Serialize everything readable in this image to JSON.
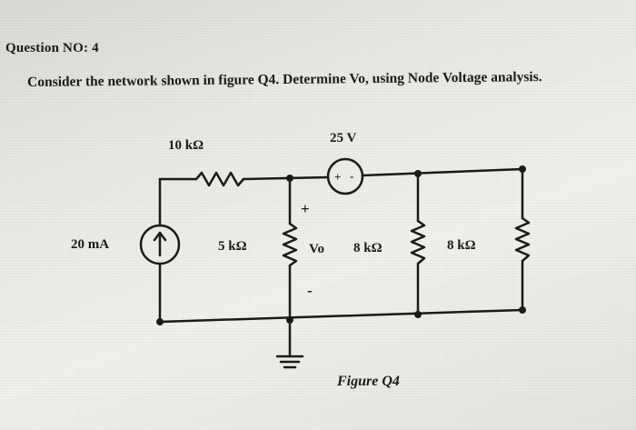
{
  "question": {
    "title": "Question NO: 4",
    "text": "Consider the network shown in figure Q4. Determine Vo, using Node Voltage analysis."
  },
  "circuit": {
    "r1_label": "10 kΩ",
    "source_v_label": "25 V",
    "source_v_plus": "+",
    "source_v_minus": "-",
    "source_i_label": "20 mA",
    "r2_label": "5 kΩ",
    "vo_plus": "+",
    "vo_label": "Vo",
    "vo_minus": "-",
    "r3_label": "8 kΩ",
    "r4_label": "8 kΩ",
    "figure_caption": "Figure Q4"
  }
}
